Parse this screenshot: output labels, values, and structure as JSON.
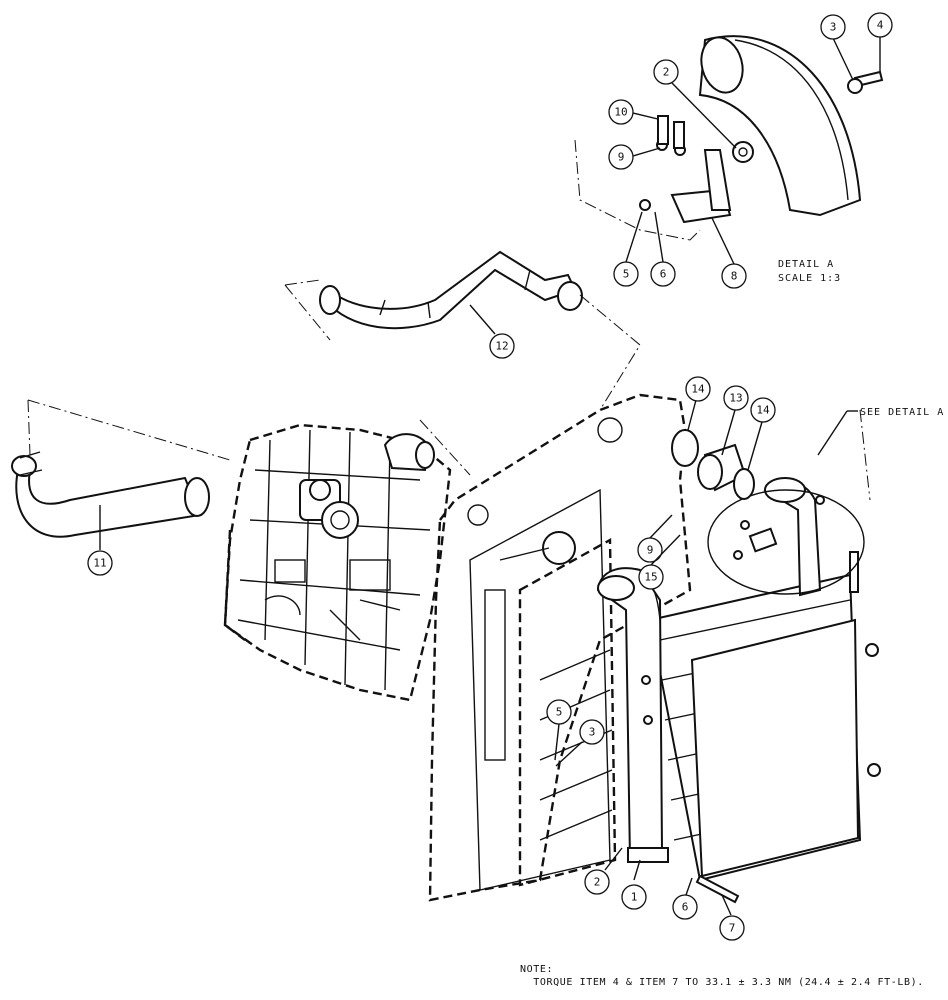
{
  "balloons": [
    {
      "label": "1"
    },
    {
      "label": "2"
    },
    {
      "label": "2"
    },
    {
      "label": "3"
    },
    {
      "label": "3"
    },
    {
      "label": "4"
    },
    {
      "label": "5"
    },
    {
      "label": "5"
    },
    {
      "label": "6"
    },
    {
      "label": "6"
    },
    {
      "label": "7"
    },
    {
      "label": "8"
    },
    {
      "label": "9"
    },
    {
      "label": "9"
    },
    {
      "label": "10"
    },
    {
      "label": "11"
    },
    {
      "label": "12"
    },
    {
      "label": "13"
    },
    {
      "label": "14"
    },
    {
      "label": "14"
    },
    {
      "label": "15"
    }
  ],
  "detail": {
    "title": "DETAIL  A",
    "scale": "SCALE  1:3",
    "callout": "SEE DETAIL  A"
  },
  "note": {
    "heading": "NOTE:",
    "text": "TORQUE ITEM 4 & ITEM 7 TO 33.1 ± 3.3 NM (24.4 ± 2.4 FT-LB)."
  }
}
